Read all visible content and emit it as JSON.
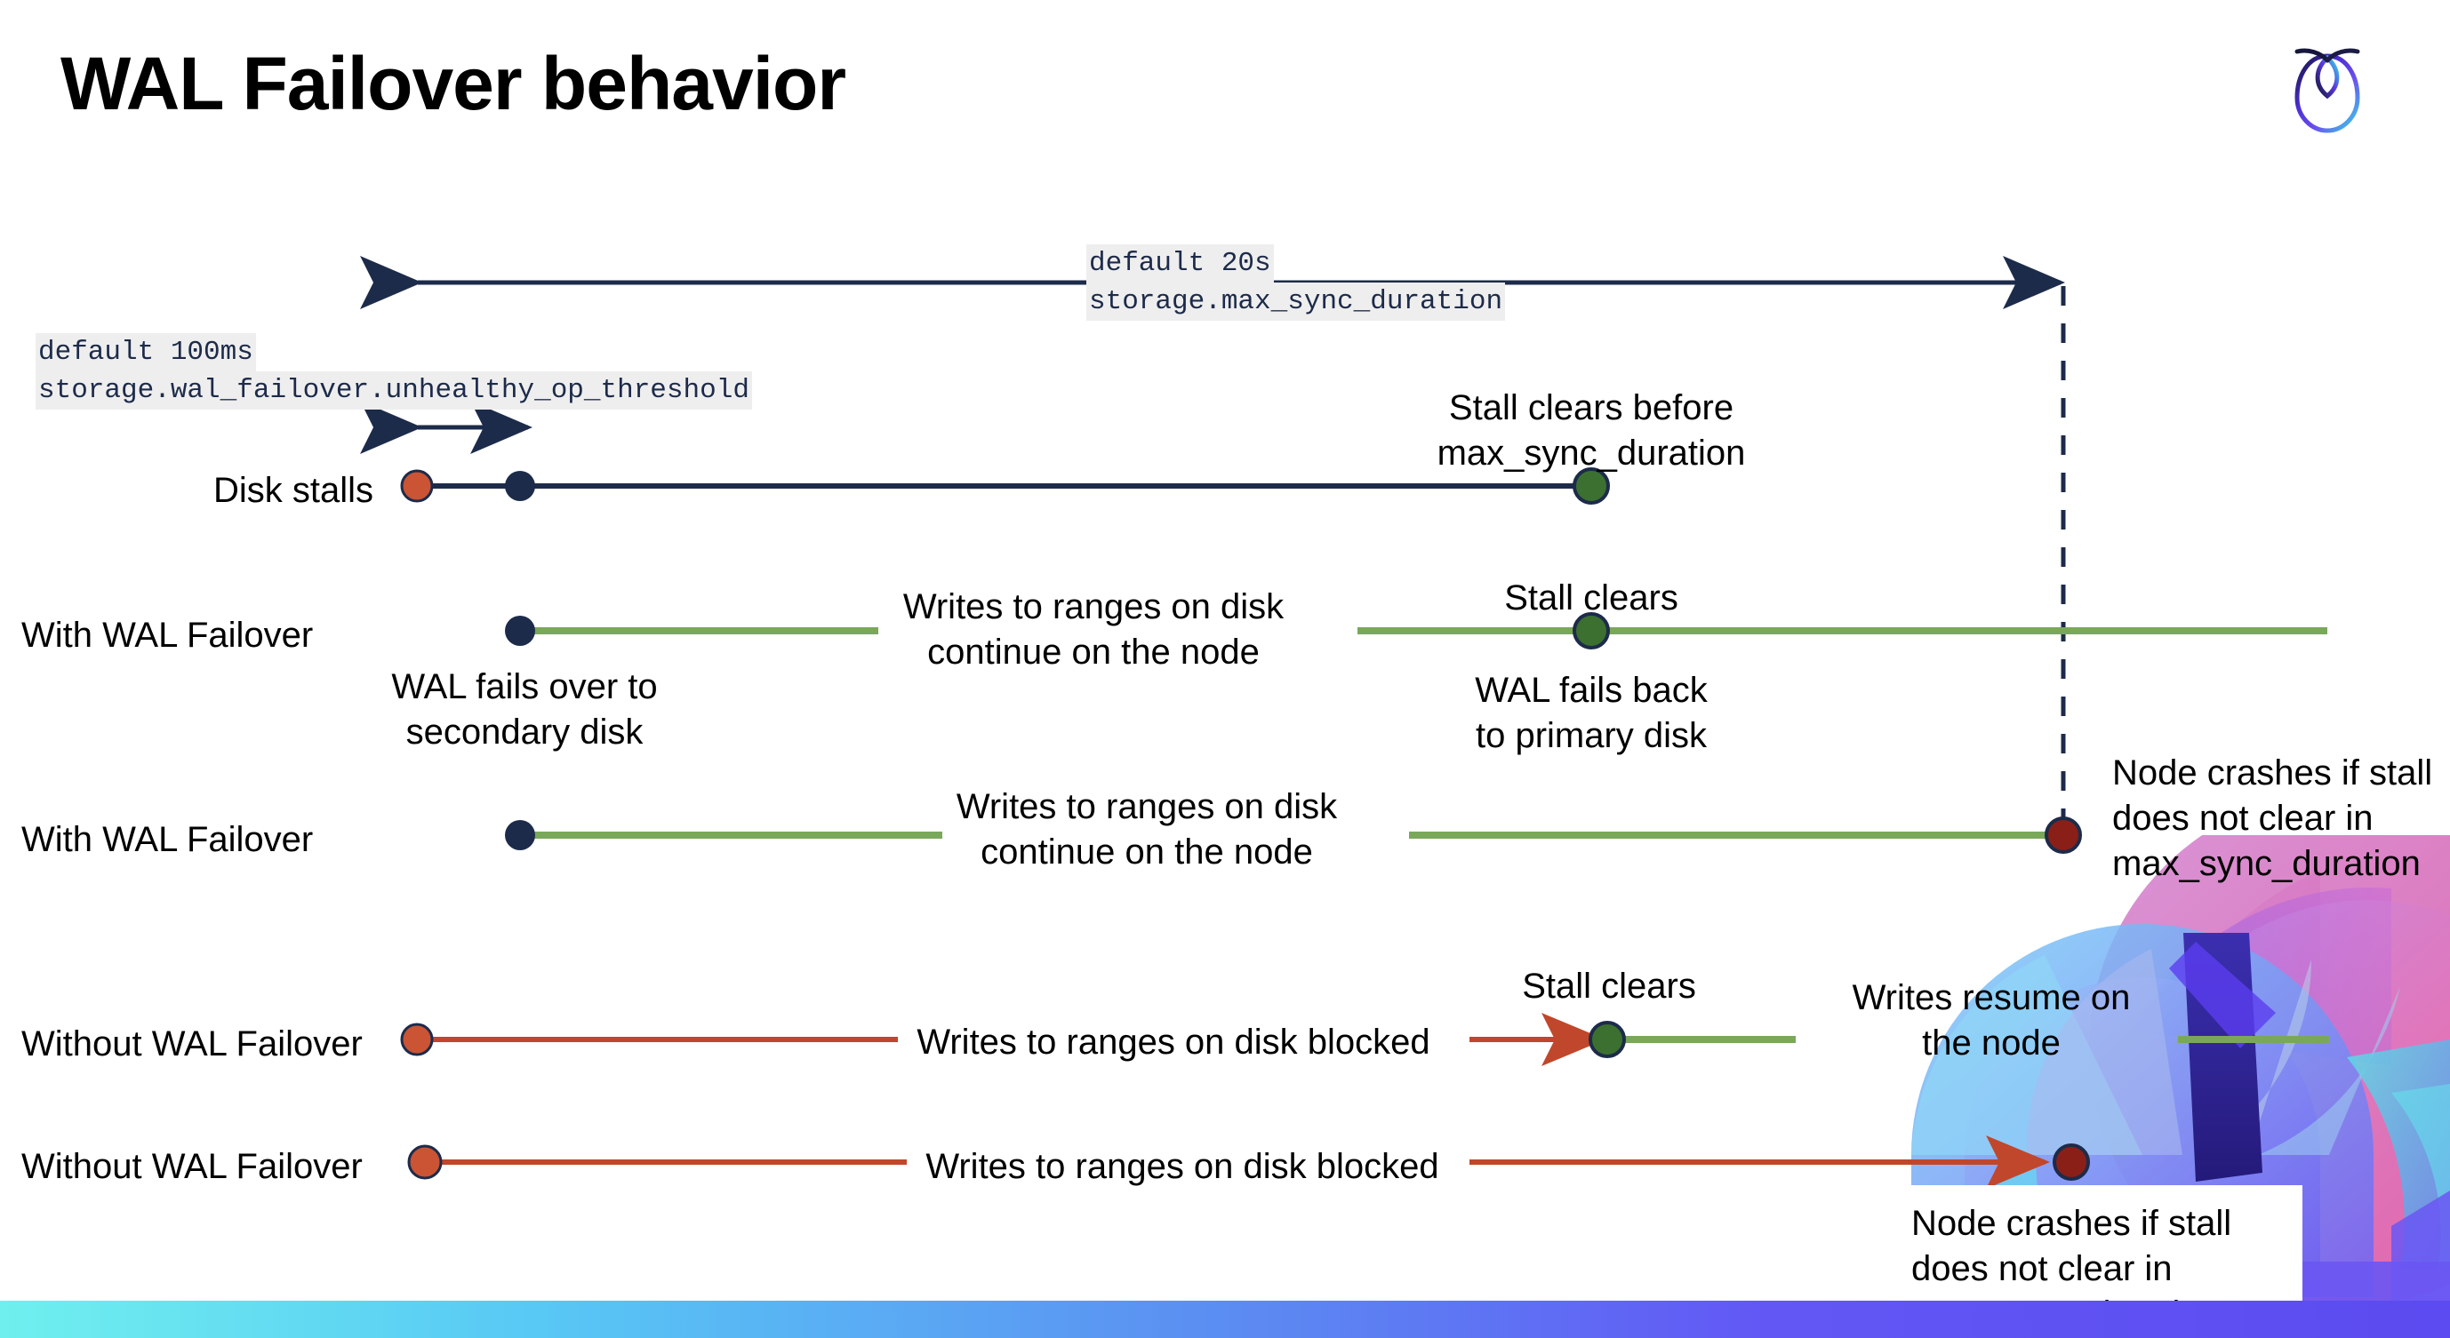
{
  "page": {
    "title": "WAL Failover behavior",
    "logo_name": "cockroachdb-logo"
  },
  "colors": {
    "navy": "#1d2b4a",
    "green_line": "#7aa85a",
    "green_dot": "#3c7030",
    "orange_dot": "#ca5434",
    "orange_line": "#c0472b",
    "dark_red_dot": "#8a1f18",
    "code_bg": "#eeeeee",
    "bottom_bar_from": "#6ff0ee",
    "bottom_bar_to": "#5b4bf0"
  },
  "annotations": {
    "max_sync": {
      "default": "default 20s",
      "setting": "storage.max_sync_duration"
    },
    "unhealthy_op": {
      "default": "default 100ms",
      "setting": "storage.wal_failover.unhealthy_op_threshold"
    }
  },
  "rows": [
    {
      "label": "Disk stalls",
      "callouts": [
        {
          "text": "Stall clears before\nmax_sync_duration"
        }
      ]
    },
    {
      "label": "With WAL Failover",
      "callouts": [
        {
          "text": "WAL fails over to\nsecondary disk"
        },
        {
          "text": "Writes to ranges on disk\ncontinue on the node"
        },
        {
          "text": "Stall clears"
        },
        {
          "text": "WAL fails  back\nto primary disk"
        }
      ]
    },
    {
      "label": "With WAL Failover",
      "callouts": [
        {
          "text": "Writes to ranges on disk\ncontinue on the node"
        },
        {
          "text": "Node crashes if stall\ndoes not clear in\nmax_sync_duration"
        }
      ]
    },
    {
      "label": "Without WAL Failover",
      "callouts": [
        {
          "text": "Writes to ranges on disk  blocked"
        },
        {
          "text": "Stall clears"
        },
        {
          "text": "Writes resume on\nthe node"
        }
      ]
    },
    {
      "label": "Without WAL Failover",
      "callouts": [
        {
          "text": "Writes to ranges on disk  blocked"
        },
        {
          "text": "Node crashes if stall\ndoes not clear in\nmax_sync_duration"
        }
      ]
    }
  ],
  "texts": {
    "row1_label": "Disk stalls",
    "row2_label": "With WAL Failover",
    "row3_label": "With WAL Failover",
    "row4_label": "Without WAL Failover",
    "row5_label": "Without WAL Failover",
    "stall_clears_before_l1": "Stall clears before",
    "stall_clears_before_l2": "max_sync_duration",
    "wal_fails_over_l1": "WAL fails over to",
    "wal_fails_over_l2": "secondary disk",
    "writes_continue_l1": "Writes to ranges on disk",
    "writes_continue_l2": "continue on the node",
    "stall_clears": "Stall clears",
    "wal_fails_back_l1": "WAL fails  back",
    "wal_fails_back_l2": "to primary disk",
    "node_crashes_l1": "Node crashes if stall",
    "node_crashes_l2": "does not clear in",
    "node_crashes_l3": "max_sync_duration",
    "writes_blocked": "Writes to ranges on disk  blocked",
    "writes_resume_l1": "Writes resume on",
    "writes_resume_l2": "the node"
  }
}
